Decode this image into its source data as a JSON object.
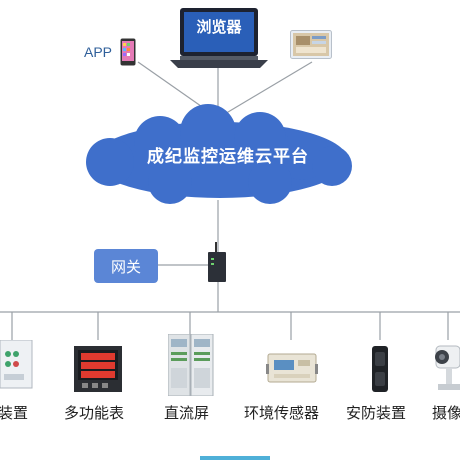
{
  "cloud": {
    "label": "成纪监控运维云平台"
  },
  "clients": {
    "app_label": "APP",
    "laptop_screen_text": "浏览器"
  },
  "gateway": {
    "label": "网关"
  },
  "devices": [
    {
      "label": "装置",
      "icon": "protection-device-icon"
    },
    {
      "label": "多功能表",
      "icon": "multifunction-meter-icon"
    },
    {
      "label": "直流屏",
      "icon": "dc-panel-icon"
    },
    {
      "label": "环境传感器",
      "icon": "environment-sensor-icon"
    },
    {
      "label": "安防装置",
      "icon": "security-device-icon"
    },
    {
      "label": "摄像",
      "icon": "camera-icon"
    }
  ],
  "colors": {
    "cloud": "#3f6fcb",
    "gateway_box": "#5b86d6",
    "lines": "#9aa0a6",
    "accent": "#4fb0d8"
  }
}
